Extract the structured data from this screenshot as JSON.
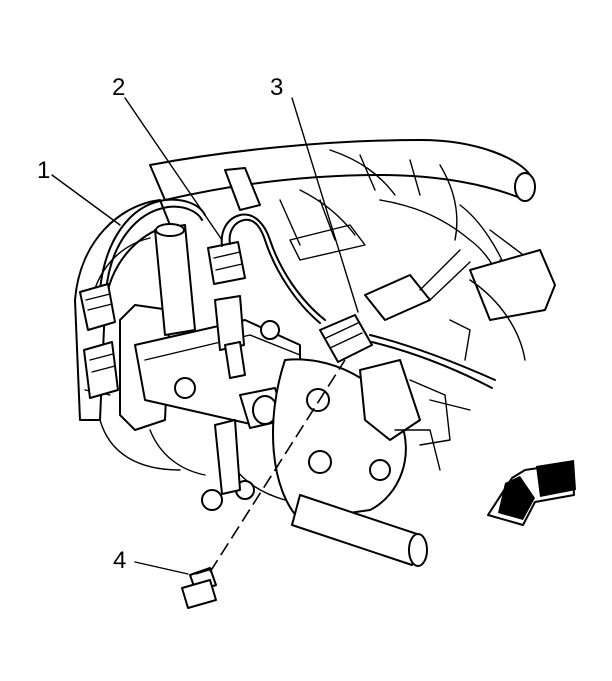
{
  "callouts": [
    {
      "id": "1",
      "label": "1"
    },
    {
      "id": "2",
      "label": "2"
    },
    {
      "id": "3",
      "label": "3"
    },
    {
      "id": "4",
      "label": "4"
    }
  ],
  "colors": {
    "line": "#000000",
    "background": "#ffffff"
  },
  "icons": {
    "direction_arrow": "forward-arrow-icon"
  }
}
